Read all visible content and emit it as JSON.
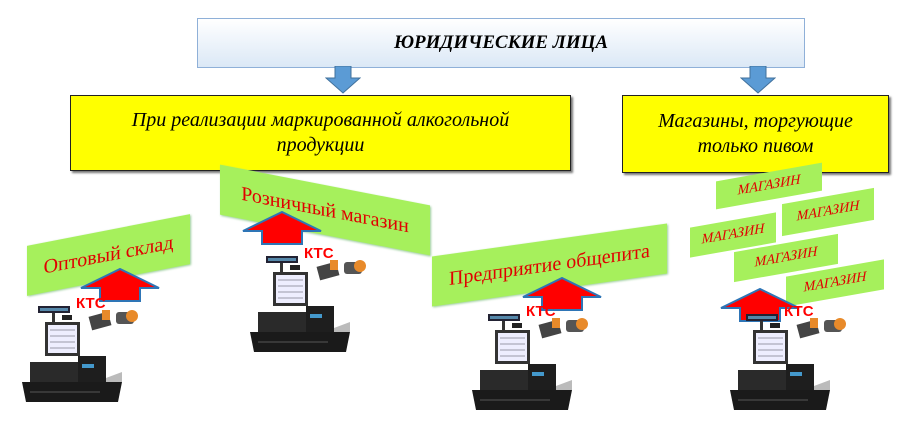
{
  "title": "ЮРИДИЧЕСКИЕ ЛИЦА",
  "branches": [
    {
      "label": "При реализации маркированной алкогольной продукции"
    },
    {
      "label": "Магазины, торгующие только пивом"
    }
  ],
  "outlets": [
    "Оптовый склад",
    "Розничный магазин",
    "Предприятие общепита"
  ],
  "shops": [
    "МАГАЗИН",
    "МАГАЗИН",
    "МАГАЗИН",
    "МАГАЗИН",
    "МАГАЗИН"
  ],
  "device_label": "КТС",
  "colors": {
    "banner": "#a6f05c",
    "text_red": "#e00000",
    "box": "#ffff00",
    "arrow_up": "#ff0000",
    "arrow_down": "#5b9bd5"
  }
}
